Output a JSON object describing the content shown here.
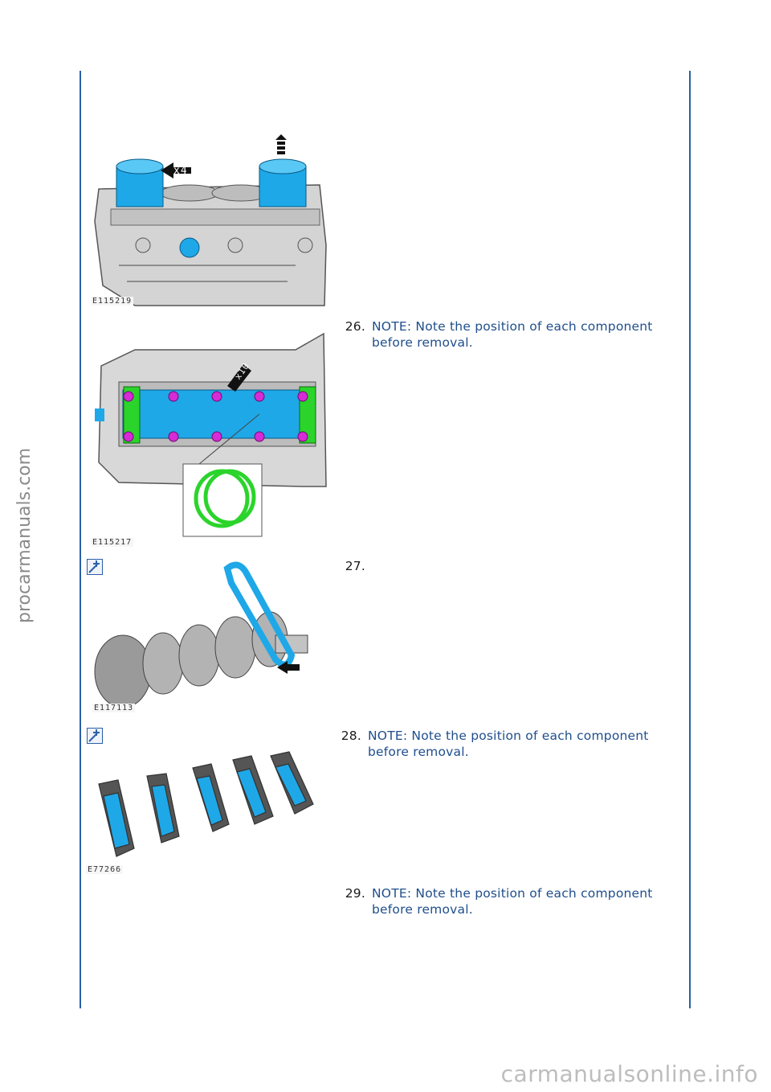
{
  "figures": [
    {
      "id": "E115219",
      "label": "x4"
    },
    {
      "id": "E115217",
      "label": "x10"
    },
    {
      "id": "E117113"
    },
    {
      "id": "E77266"
    }
  ],
  "steps": [
    {
      "number": "26.",
      "note": "NOTE: Note the position of each component before removal."
    },
    {
      "number": "27.",
      "note": ""
    },
    {
      "number": "28.",
      "note": "NOTE: Note the position of each component before removal."
    },
    {
      "number": "29.",
      "note": "NOTE: Note the position of each component before removal."
    }
  ],
  "watermarks": {
    "side": "procarmanuals.com",
    "bottom": "carmanualsonline.info"
  },
  "colors": {
    "rule": "#2b5fa8",
    "note": "#1f4e8c",
    "part_highlight": "#1ea8e8",
    "seal_green": "#2bd42b",
    "bolt_magenta": "#d62bd6"
  },
  "icons": [
    "zoom-icon",
    "arrow-up-icon",
    "arrow-left-icon"
  ]
}
